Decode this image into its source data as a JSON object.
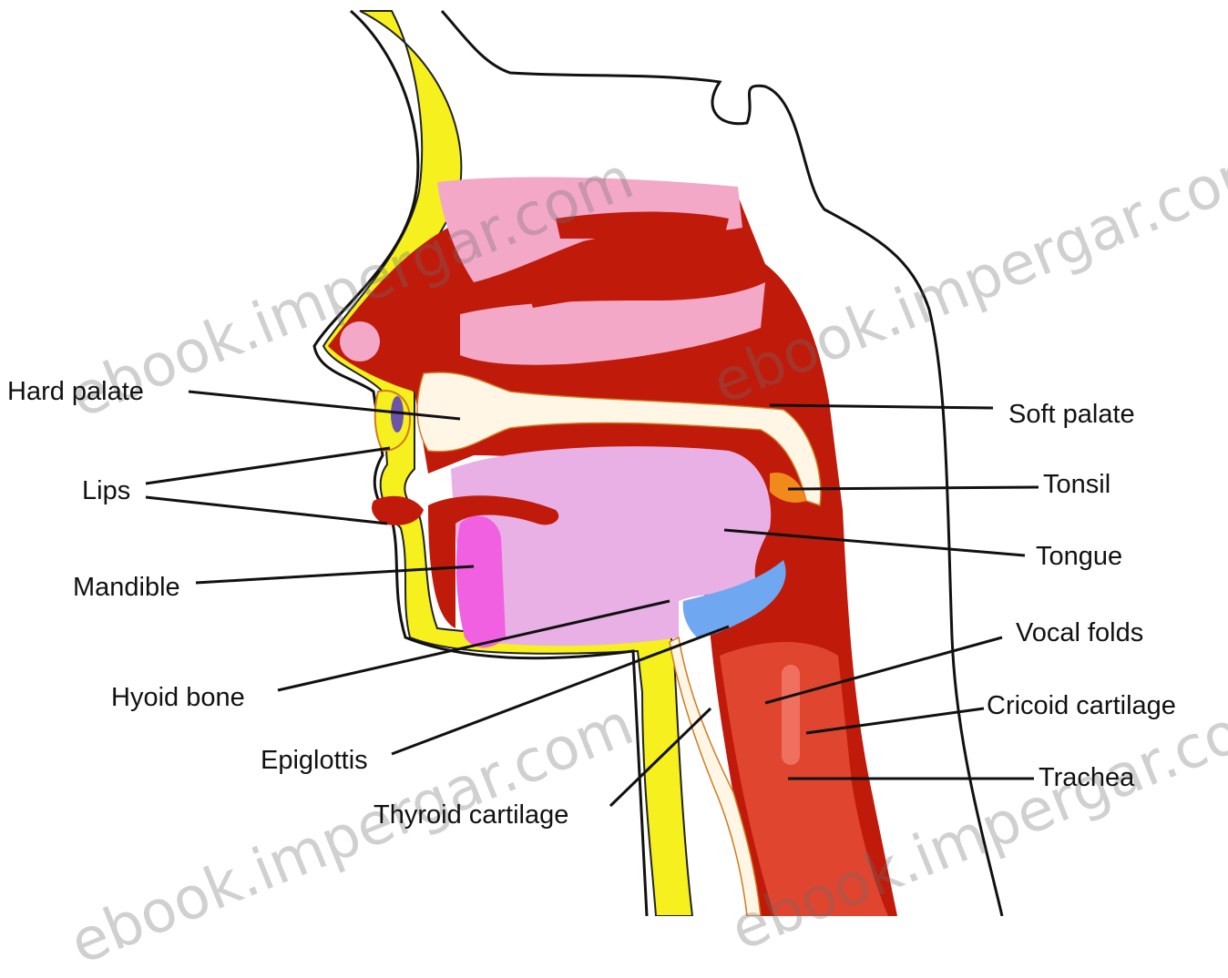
{
  "labels": {
    "hard_palate": "Hard palate",
    "lips": "Lips",
    "mandible": "Mandible",
    "hyoid_bone": "Hyoid bone",
    "epiglottis": "Epiglottis",
    "thyroid_cartilage": "Thyroid cartilage",
    "soft_palate": "Soft palate",
    "tonsil": "Tonsil",
    "tongue": "Tongue",
    "vocal_folds": "Vocal folds",
    "cricoid_cartilage": "Cricoid cartilage",
    "trachea": "Trachea"
  },
  "watermark": "ebook.impergar.com",
  "colors": {
    "muscle_red": "#c01a0a",
    "tongue_pink": "#e9b0e6",
    "pink_tissue": "#f3a8c8",
    "bone_cream": "#fff6e6",
    "skin_yellow": "#f5f01e",
    "mandible_magenta": "#f060e0",
    "epiglottis_blue": "#6fa8f0",
    "trachea_red": "#e04530",
    "tonsil_orange": "#f08a1a"
  }
}
